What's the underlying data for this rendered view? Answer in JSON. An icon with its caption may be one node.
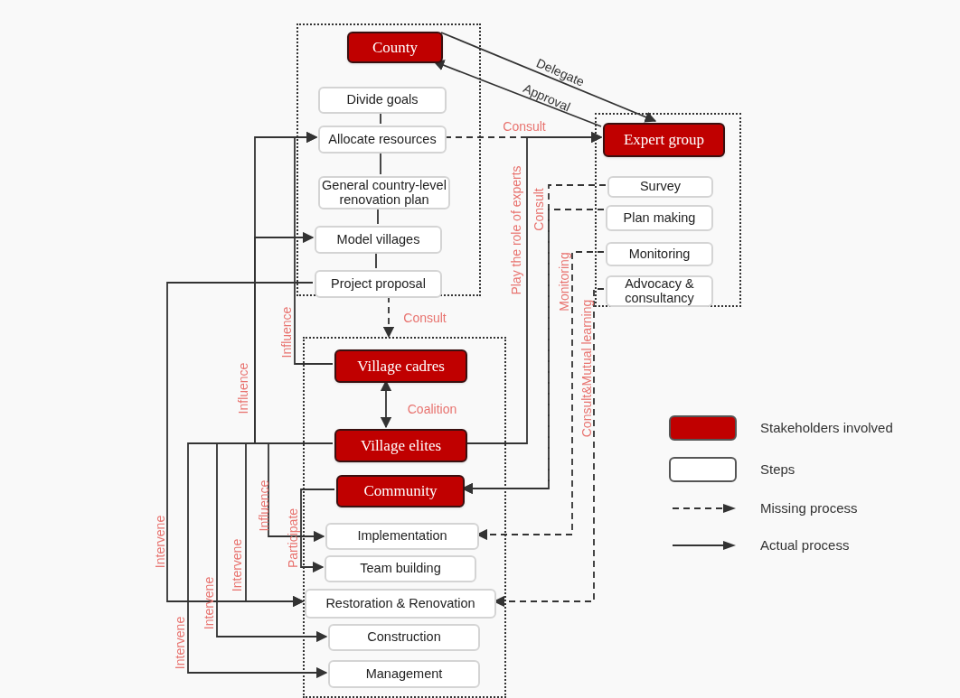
{
  "diagram": {
    "nodes": [
      {
        "text": [],
        "shape": "box"
      },
      {
        "text": [
          "County"
        ],
        "in": 0
      },
      {
        "text": [
          "Divide goals"
        ],
        "in": 0
      },
      {
        "text": [
          "Allocate resources"
        ],
        "in": 0
      },
      {
        "text": [
          "General country-level renovation plan"
        ],
        "in": 0
      },
      {
        "text": [
          "Model villages"
        ],
        "in": 0
      },
      {
        "text": [
          "Project proposal"
        ],
        "in": 0
      },
      {
        "text": [],
        "shape": "box"
      },
      {
        "text": [
          "Expert group"
        ],
        "in": 7
      },
      {
        "text": [
          "Survey"
        ],
        "in": 7
      },
      {
        "text": [
          "Plan making"
        ],
        "in": 7
      },
      {
        "text": [
          "Monitoring"
        ],
        "in": 7
      },
      {
        "text": [
          "Advocacy & consultancy"
        ],
        "in": 7
      },
      {
        "text": [],
        "shape": "box"
      },
      {
        "text": [
          "Village cadres"
        ],
        "in": 13
      },
      {
        "text": [
          "Village elites"
        ],
        "in": 13
      },
      {
        "text": [
          "Community"
        ],
        "in": 13
      },
      {
        "text": [
          "Implementation"
        ],
        "in": 13
      },
      {
        "text": [
          "Team building"
        ],
        "in": 13
      },
      {
        "text": [
          "Restoration & Renovation"
        ],
        "in": 13
      },
      {
        "text": [
          "Construction"
        ],
        "in": 13
      },
      {
        "text": [
          "Management"
        ],
        "in": 13
      }
    ],
    "edges": [
      {
        "from": 1,
        "to": 8,
        "arrow": "to",
        "label": "Delegate"
      },
      {
        "from": 8,
        "to": 1,
        "arrow": "to",
        "label": "Approval"
      },
      {
        "from": 2,
        "to": 3,
        "arrow": "none"
      },
      {
        "from": 3,
        "to": 4,
        "arrow": "none"
      },
      {
        "from": 4,
        "to": 5,
        "arrow": "none"
      },
      {
        "from": 5,
        "to": 6,
        "arrow": "none"
      },
      {
        "from": 3,
        "to": 8,
        "arrow": "to",
        "label": "Consult",
        "style": "dashed"
      },
      {
        "from": 6,
        "to": 13,
        "arrow": "to",
        "label": "Consult",
        "style": "dashed"
      },
      {
        "from": 14,
        "to": 3,
        "arrow": "to",
        "label": "Influence"
      },
      {
        "from": 15,
        "to": 3,
        "arrow": "to",
        "label": "Influence"
      },
      {
        "from": 15,
        "to": 5,
        "arrow": "to"
      },
      {
        "from": 14,
        "to": 15,
        "arrow": "both",
        "label": "Coalition"
      },
      {
        "from": 15,
        "to": 8,
        "arrow": "to",
        "label": "Play the role of experts"
      },
      {
        "from": 15,
        "to": 17,
        "arrow": "to",
        "label": "Influence"
      },
      {
        "from": 16,
        "to": 18,
        "arrow": "to",
        "label": "Participate"
      },
      {
        "from": 6,
        "to": 19,
        "arrow": "to",
        "label": "Intervene"
      },
      {
        "from": 15,
        "to": 19,
        "arrow": "to",
        "label": "Intervene"
      },
      {
        "from": 15,
        "to": 20,
        "arrow": "to",
        "label": "Intervene"
      },
      {
        "from": 15,
        "to": 21,
        "arrow": "to",
        "label": "Intervene"
      },
      {
        "from": 9,
        "to": 16,
        "arrow": "to",
        "label": "Consult",
        "style": "dashed"
      },
      {
        "from": 10,
        "to": 16,
        "arrow": "to",
        "style": "dashed"
      },
      {
        "from": 11,
        "to": 17,
        "arrow": "to",
        "label": "Monitoring",
        "style": "dashed"
      },
      {
        "from": 12,
        "to": 19,
        "arrow": "to",
        "label": "Consult&Mutual learning",
        "style": "dashed"
      }
    ],
    "legend": [
      {
        "text": "Stakeholders involved",
        "color": "#c00000"
      },
      {
        "text": "Steps",
        "color": "#ffffff"
      },
      {
        "text": "Missing process"
      },
      {
        "text": "Actual process"
      }
    ]
  }
}
